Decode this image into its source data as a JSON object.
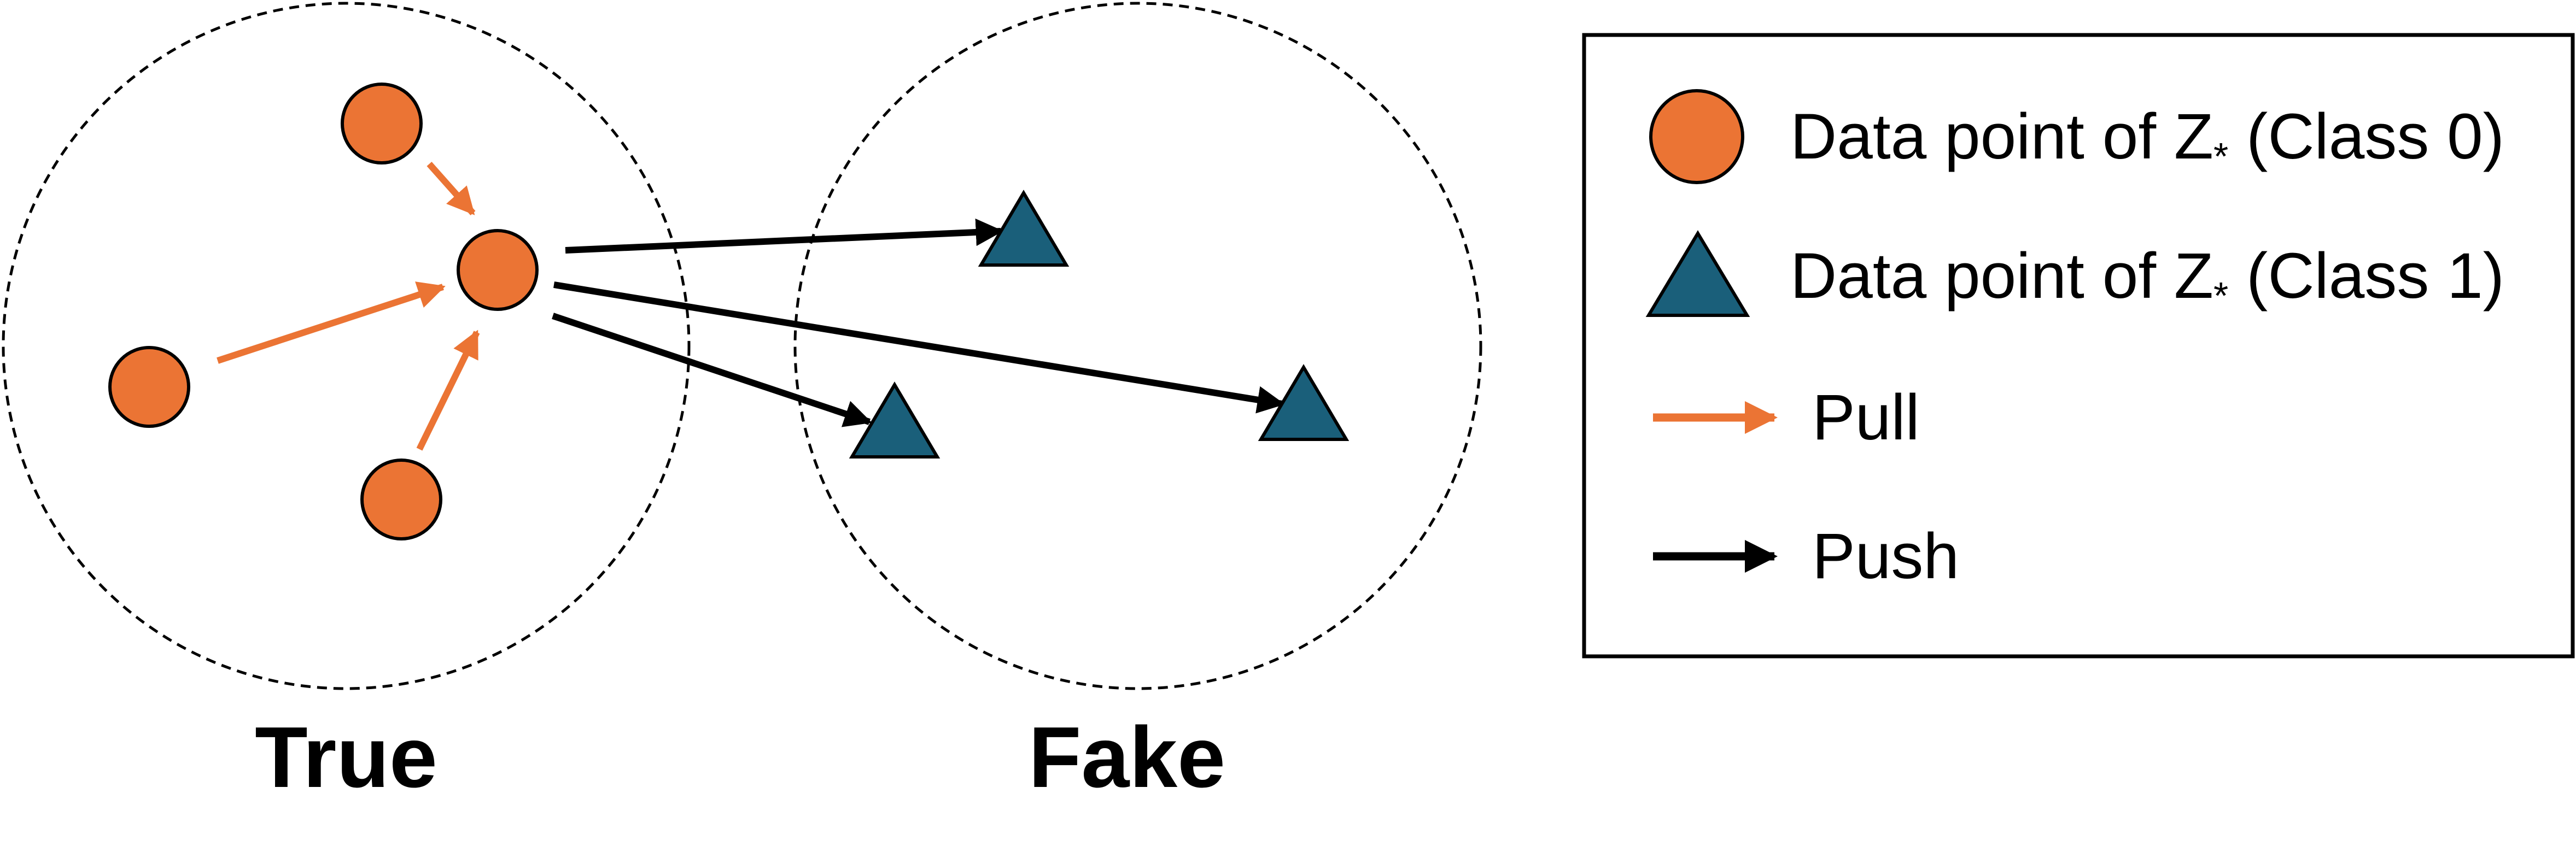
{
  "colors": {
    "class0_fill": "#eb7434",
    "class1_fill": "#1a5f7a",
    "pull_arrow": "#eb7434",
    "push_arrow": "#000000",
    "outline": "#000000"
  },
  "groups": {
    "true_label": "True",
    "fake_label": "Fake"
  },
  "legend": {
    "class0": {
      "text": "Data point of Z",
      "subscript": "*",
      "suffix": " (Class 0)",
      "icon": "orange-circle"
    },
    "class1": {
      "text": "Data point of Z",
      "subscript": "*",
      "suffix": " (Class 1)",
      "icon": "blue-triangle"
    },
    "pull": {
      "text": "Pull",
      "icon": "orange-arrow"
    },
    "push": {
      "text": "Push",
      "icon": "black-arrow"
    }
  }
}
